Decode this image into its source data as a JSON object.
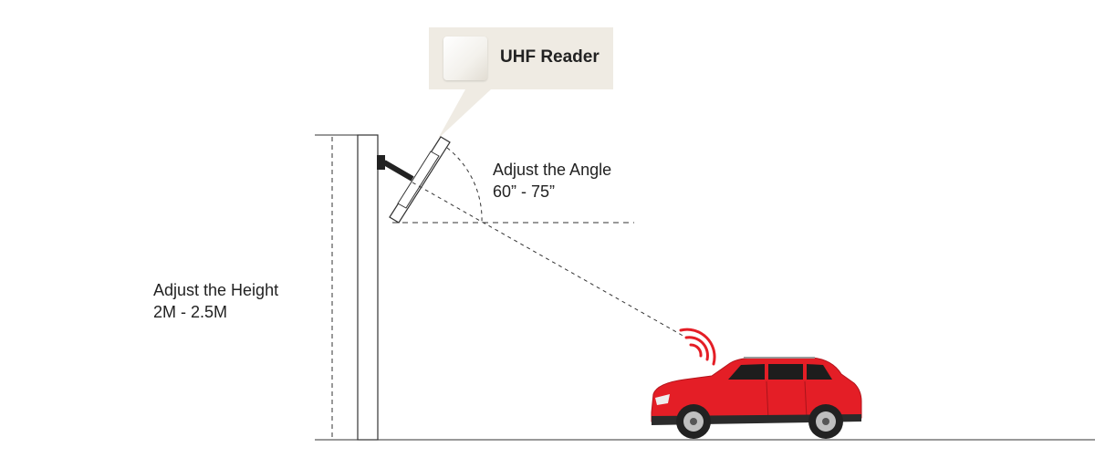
{
  "callout": {
    "title": "UHF Reader",
    "icon": "uhf-reader-device-icon"
  },
  "angle_annotation": {
    "title": "Adjust the Angle",
    "range": "60” - 75”"
  },
  "height_annotation": {
    "title": "Adjust the Height",
    "range": "2M - 2.5M"
  },
  "colors": {
    "car_body": "#e41e26",
    "signal_waves": "#e41e26",
    "pole_stroke": "#333333",
    "callout_background": "#efebe3"
  }
}
